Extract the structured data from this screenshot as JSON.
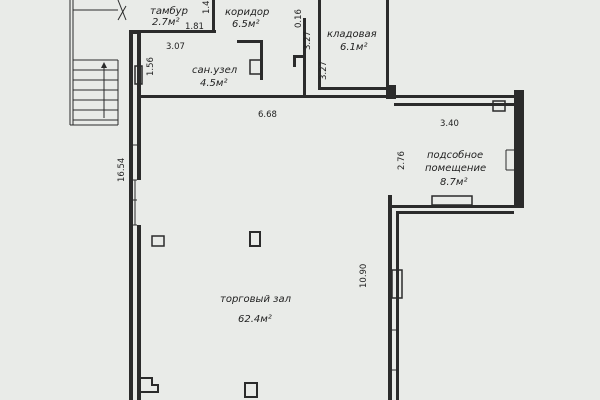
{
  "rooms": {
    "tambur": {
      "name": "тамбур",
      "area": "2.7м²"
    },
    "koridor": {
      "name": "коридор",
      "area": "6.5м²"
    },
    "kladovaya": {
      "name": "кладовая",
      "area": "6.1м²"
    },
    "sanuzel": {
      "name": "сан.узел",
      "area": "4.5м²"
    },
    "podsobnoe": {
      "name_line1": "подсобное",
      "name_line2": "помещение",
      "area": "8.7м²"
    },
    "torgovy": {
      "name": "торговый зал",
      "area": "62.4м²"
    }
  },
  "dimensions": {
    "d_1_81": "1.81",
    "d_1_4": "1.4",
    "d_3_07": "3.07",
    "d_1_56": "1.56",
    "d_0_16": "0.16",
    "d_3_27a": "3.27",
    "d_3_27b": "3.27",
    "d_6_68": "6.68",
    "d_3_40": "3.40",
    "d_2_76": "2.76",
    "d_16_54": "16.54",
    "d_10_90": "10.90"
  }
}
